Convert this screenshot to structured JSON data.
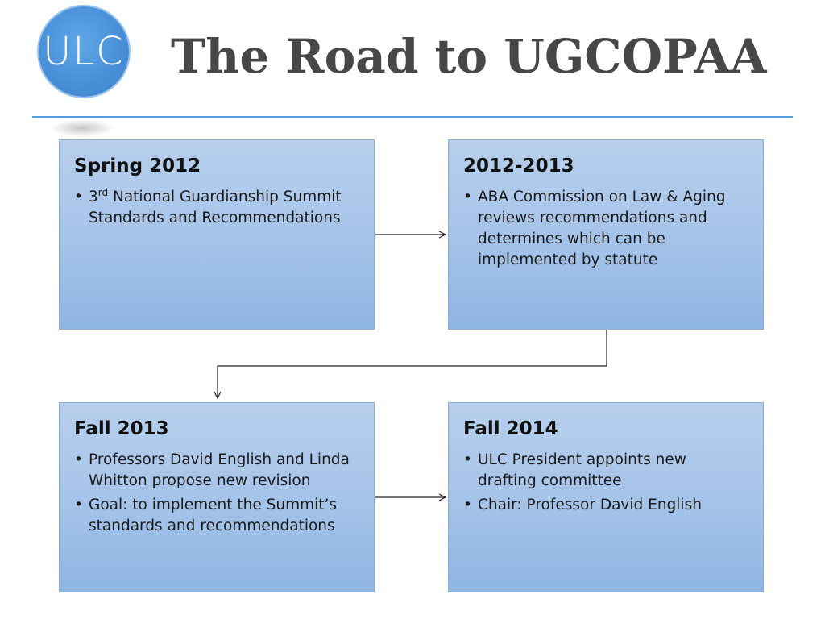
{
  "logo": {
    "text": "ULC"
  },
  "title": "The Road to UGCOPAA",
  "boxes": [
    {
      "heading": "Spring 2012",
      "items": [
        {
          "sup_prefix": "3",
          "sup": "rd",
          "text": " National Guardianship Summit Standards and Recommendations"
        }
      ]
    },
    {
      "heading": "2012-2013",
      "items": [
        {
          "text": "ABA Commission on Law & Aging reviews recommendations and determines which can be implemented by statute"
        }
      ]
    },
    {
      "heading": "Fall 2013",
      "items": [
        {
          "text": "Professors David English and Linda Whitton propose new revision"
        },
        {
          "text": "Goal: to implement the Summit’s standards and recommendations"
        }
      ]
    },
    {
      "heading": "Fall 2014",
      "items": [
        {
          "text": "ULC President appoints new drafting committee"
        },
        {
          "text": "Chair: Professor David English"
        }
      ]
    }
  ],
  "bullet_char": "•",
  "colors": {
    "rule": "#5b9bd5",
    "logo": "#4a90d9",
    "box_fill_top": "#b7cfec",
    "box_fill_bottom": "#8fb5e3"
  }
}
